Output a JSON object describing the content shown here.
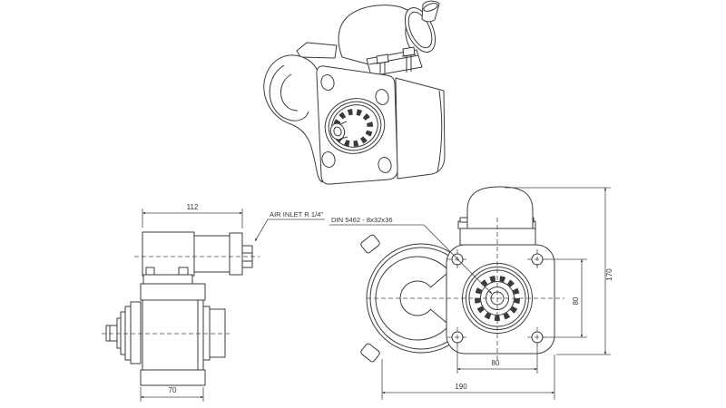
{
  "labels": {
    "air_inlet": "AIR INLET R 1/4\"",
    "spline_standard": "DIN 5462 - 8x32x36"
  },
  "dimensions": {
    "cylinder_assembly_length": "112",
    "body_width": "70",
    "bolt_spacing_vertical": "80",
    "overall_height": "170",
    "bolt_spacing_horizontal": "80",
    "overall_width": "190"
  },
  "colors": {
    "background": "#ffffff",
    "line": "#3a3a3a",
    "dimension": "#4a4a4a",
    "text": "#333333"
  }
}
